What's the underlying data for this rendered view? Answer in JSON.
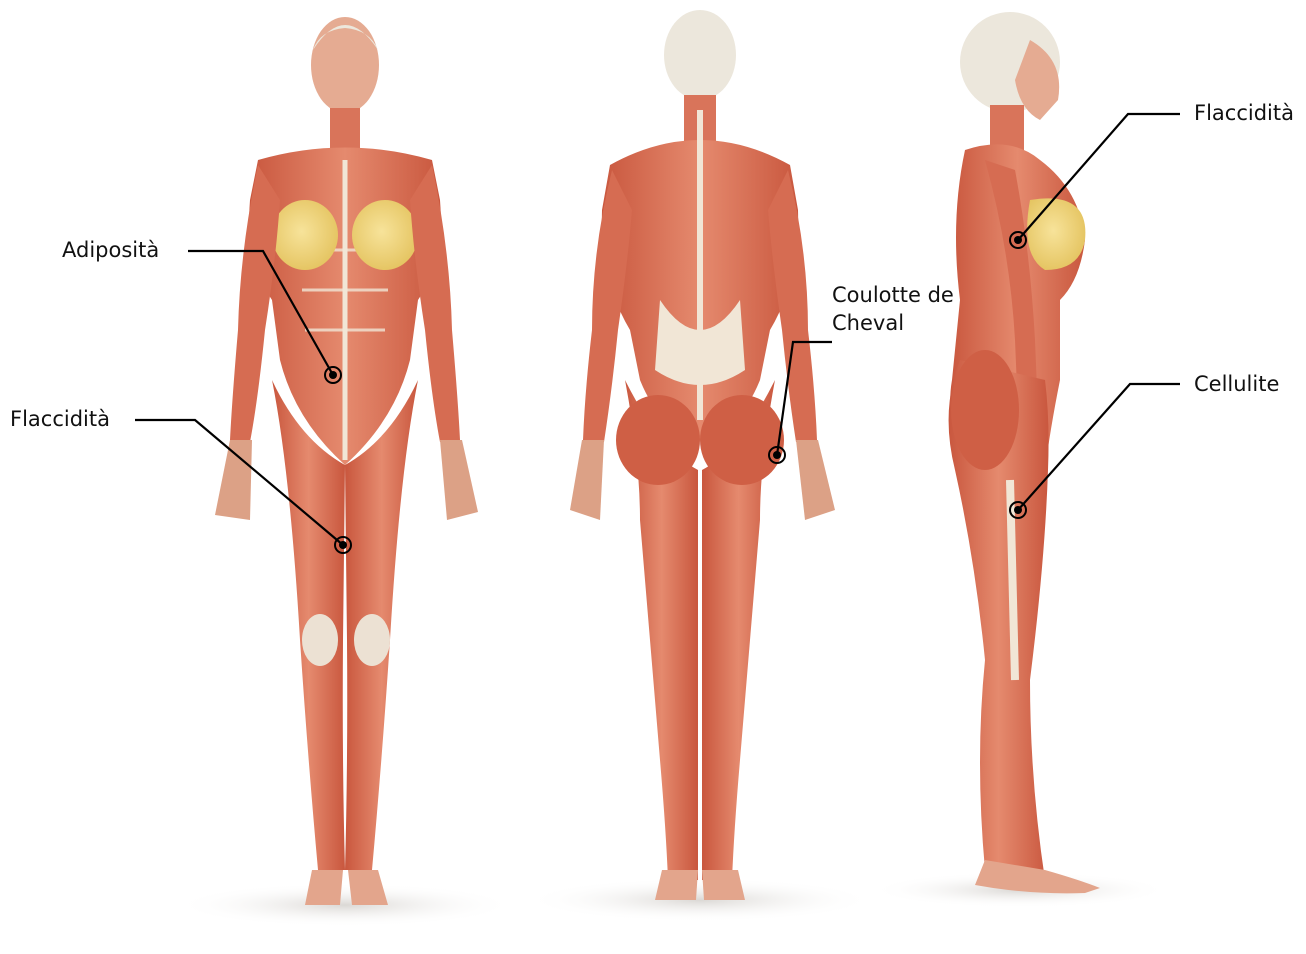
{
  "figure": {
    "views": [
      {
        "name": "front"
      },
      {
        "name": "back"
      },
      {
        "name": "side"
      }
    ],
    "annotations": [
      {
        "id": "adiposita",
        "lines": [
          "Adiposità"
        ]
      },
      {
        "id": "flaccidita-front",
        "lines": [
          "Flaccidità"
        ]
      },
      {
        "id": "coulotte",
        "lines": [
          "Coulotte de",
          "Cheval"
        ]
      },
      {
        "id": "flaccidita-side",
        "lines": [
          "Flaccidità"
        ]
      },
      {
        "id": "cellulite",
        "lines": [
          "Cellulite"
        ]
      }
    ],
    "colors": {
      "muscle": "#d9745a",
      "muscle_dark": "#b94a35",
      "tendon": "#f1e6d6",
      "fat": "#efd27a",
      "skull": "#ece7dc",
      "leader": "#000000"
    }
  }
}
